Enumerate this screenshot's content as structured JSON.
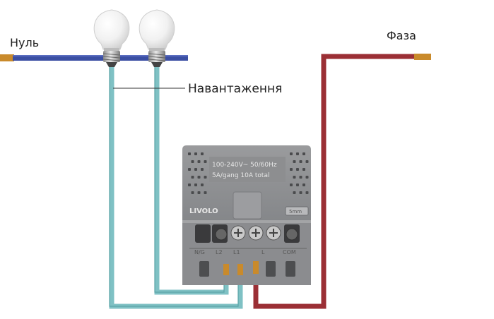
{
  "labels": {
    "neutral": "Нуль",
    "phase": "Фаза",
    "load": "Навантаження"
  },
  "device": {
    "spec_line1": "100-240V~ 50/60Hz",
    "spec_line2": "5A/gang 10A total",
    "brand": "LIVOLO",
    "button_label": "5mm",
    "terminals": [
      "N/G",
      "L2",
      "L1",
      "L",
      "COM"
    ]
  },
  "colors": {
    "neutral_wire": "#3b4fa3",
    "load_wire": "#7fc1c4",
    "phase_wire": "#9b2f35",
    "device_body": "#8e8f91",
    "copper": "#c98a2b"
  }
}
